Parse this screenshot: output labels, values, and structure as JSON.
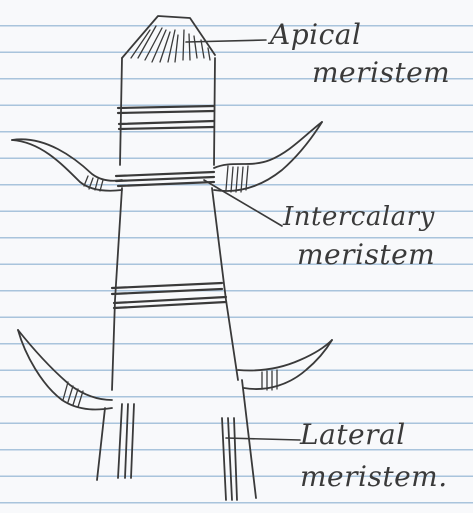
{
  "labels": {
    "apical": [
      "Apical",
      "meristem"
    ],
    "intercalary": [
      "Intercalary",
      "meristem"
    ],
    "lateral": [
      "Lateral",
      "meristem."
    ]
  },
  "colors": {
    "pencil": "#3a3a3a",
    "shade": "#555555",
    "rule_line": "#a9c4dc",
    "paper": "#f8f9fb"
  }
}
